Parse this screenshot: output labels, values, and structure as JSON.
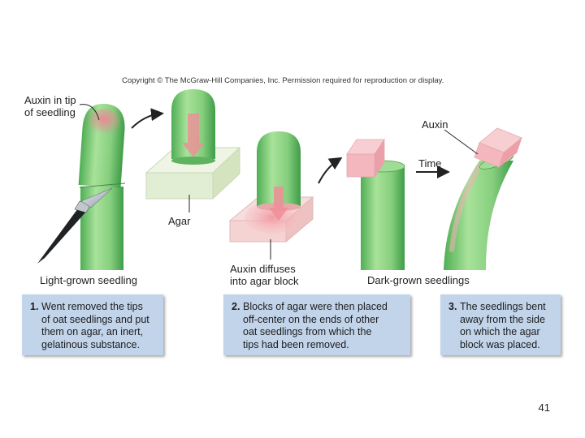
{
  "copyright": "Copyright © The McGraw-Hill Companies, Inc. Permission required for reproduction or display.",
  "labels": {
    "auxin_tip": [
      "Auxin in tip",
      "of seedling"
    ],
    "agar": "Agar",
    "auxin_diffuses": [
      "Auxin diffuses",
      "into agar block"
    ],
    "auxin": "Auxin",
    "time": "Time",
    "light_grown": "Light-grown seedling",
    "dark_grown": "Dark-grown seedlings"
  },
  "steps": [
    {
      "num": "1.",
      "lines": [
        "Went removed the tips",
        "of oat seedlings and put",
        "them on agar, an inert,",
        "gelatinous substance."
      ]
    },
    {
      "num": "2.",
      "lines": [
        "Blocks of agar were then placed",
        "off-center on the ends of other",
        "oat seedlings from which the",
        "tips had been removed."
      ]
    },
    {
      "num": "3.",
      "lines": [
        "The seedlings bent",
        "away from the side",
        "on which the agar",
        "block was placed."
      ]
    }
  ],
  "page_number": "41",
  "colors": {
    "seedling_green": "#8fd48a",
    "agar_block": "#e6f1d6",
    "auxin_pink": "#f2a0a8",
    "box_blue": "#c2d4ea"
  }
}
